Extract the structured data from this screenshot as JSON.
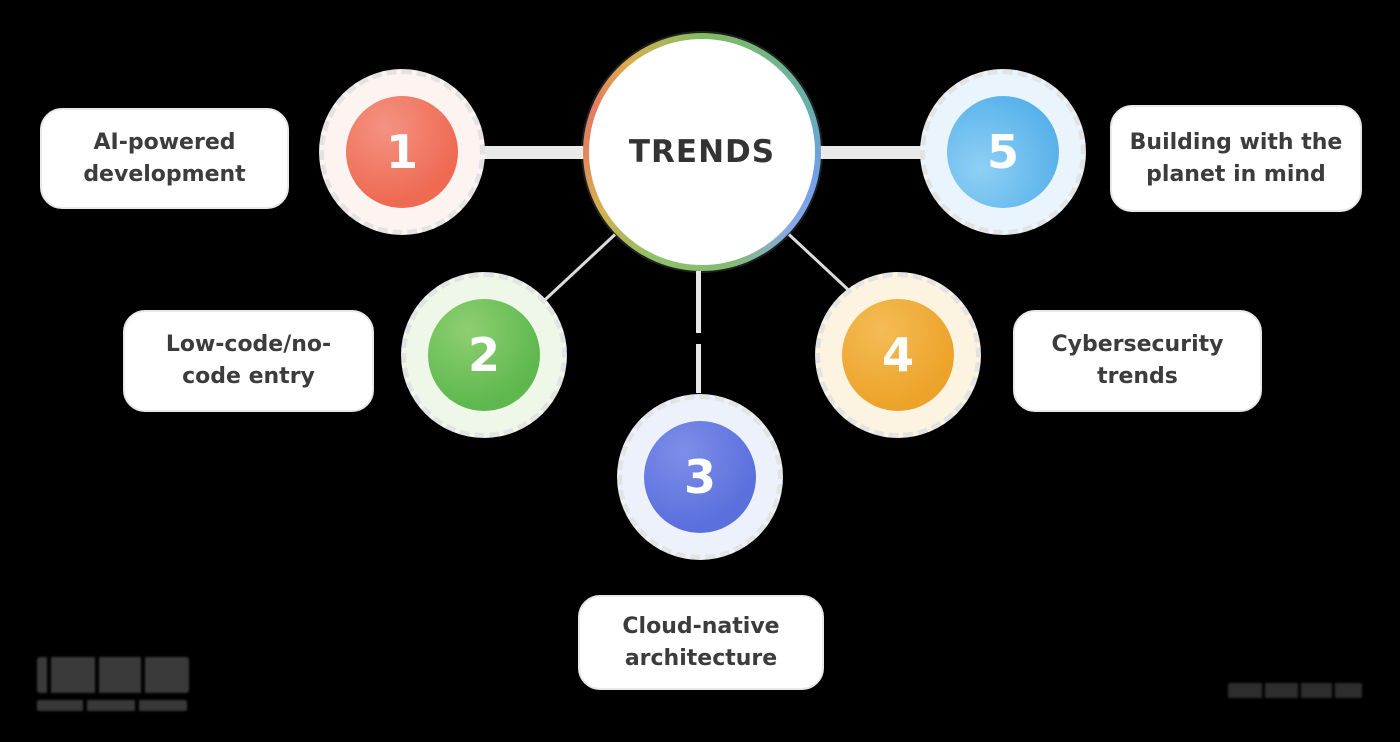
{
  "background_color": "#000000",
  "text_color": "#3c3c3c",
  "center": {
    "label": "TRENDS",
    "border_gradient_colors": [
      "#82ba5e",
      "#68b0a8",
      "#6f9fe8",
      "#8ec168",
      "#e08a5c",
      "#ddab4e"
    ]
  },
  "nodes": [
    {
      "number": "1",
      "label": "AI-powered development",
      "circle_color": "#ee6a52",
      "circle_highlight": "#f49382",
      "ring_tint": "#fdf3f0"
    },
    {
      "number": "2",
      "label": "Low-code/no-code entry",
      "circle_color": "#5eb84e",
      "circle_highlight": "#8ecf72",
      "ring_tint": "#eef7e8"
    },
    {
      "number": "3",
      "label": "Cloud-native architecture",
      "circle_color": "#5b6fdd",
      "circle_highlight": "#7c8fe8",
      "ring_tint": "#ecf1fb"
    },
    {
      "number": "4",
      "label": "Cybersecurity trends",
      "circle_color": "#eda32a",
      "circle_highlight": "#f4bc55",
      "ring_tint": "#fcf3e0"
    },
    {
      "number": "5",
      "label": "Building with the planet in mind",
      "circle_color": "#58b2ea",
      "circle_highlight": "#8ed0f5",
      "ring_tint": "#eaf4fc"
    }
  ],
  "connectors": {
    "color": "#e8e8e8"
  },
  "watermarks": {
    "bottom_left_logo": "illegible-dark-logo",
    "bottom_left_tagline": "illegible-dark-tagline",
    "bottom_right_text": "illegible-dark-text"
  }
}
